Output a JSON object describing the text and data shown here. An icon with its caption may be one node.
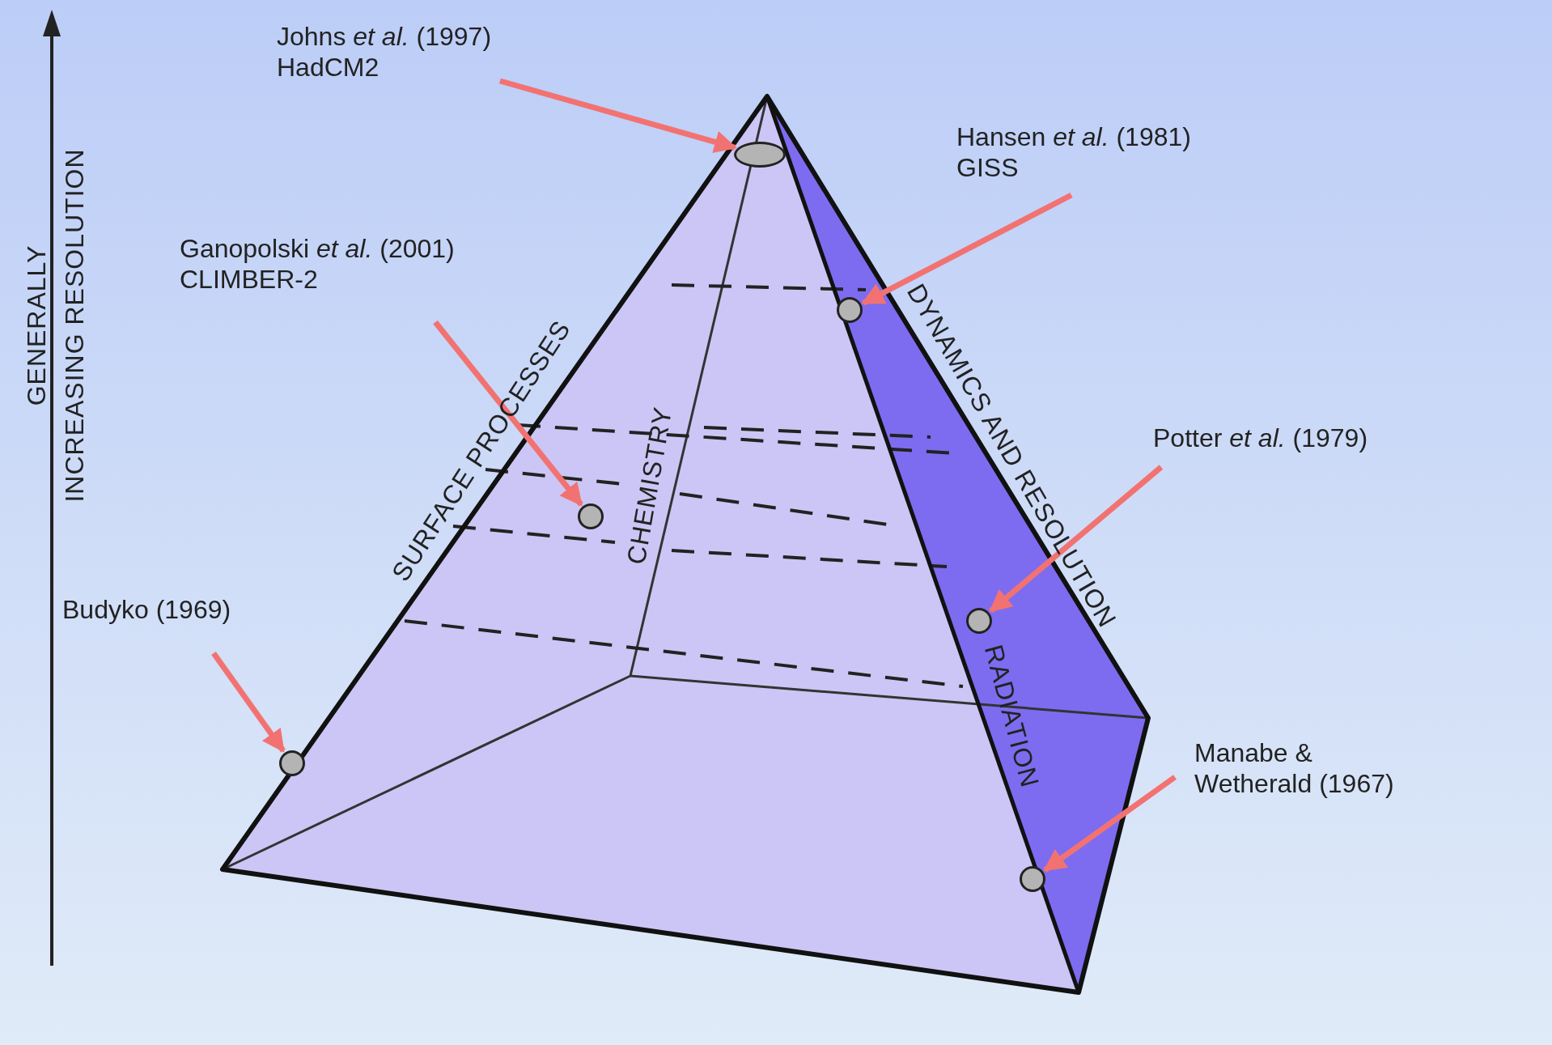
{
  "diagram": {
    "nodes": [
      {
        "text": [
          "Johns *et al.* (1997)",
          "HadCM2"
        ]
      },
      {
        "text": [],
        "shape": "ellipse"
      },
      {
        "text": [
          "Hansen *et al.* (1981)",
          "GISS"
        ]
      },
      {
        "text": [],
        "shape": "circle"
      },
      {
        "text": [
          "Ganopolski *et al.* (2001)",
          "CLIMBER-2"
        ]
      },
      {
        "text": [],
        "shape": "circle"
      },
      {
        "text": [
          "Potter *et al.* (1979)"
        ]
      },
      {
        "text": [],
        "shape": "circle"
      },
      {
        "text": [
          "Budyko (1969)"
        ]
      },
      {
        "text": [],
        "shape": "circle"
      },
      {
        "text": [
          "Manabe & Wetherald (1967)"
        ]
      },
      {
        "text": [],
        "shape": "circle"
      }
    ],
    "edges": [
      {
        "from": 0,
        "to": 1,
        "arrow": "to"
      },
      {
        "from": 2,
        "to": 3,
        "arrow": "to"
      },
      {
        "from": 4,
        "to": 5,
        "arrow": "to"
      },
      {
        "from": 6,
        "to": 7,
        "arrow": "to"
      },
      {
        "from": 8,
        "to": 9,
        "arrow": "to"
      },
      {
        "from": 10,
        "to": 11,
        "arrow": "to"
      }
    ],
    "labels": [
      "GENERALLY",
      "INCREASING RESOLUTION",
      "SURFACE PROCESSES",
      "CHEMISTRY",
      "DYNAMICS AND RESOLUTION",
      "RADIATION"
    ]
  }
}
